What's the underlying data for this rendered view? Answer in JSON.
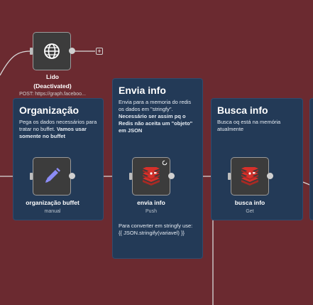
{
  "nodes": {
    "lido": {
      "title_line1": "Lido",
      "title_line2": "(Deactivated)",
      "subtitle": "POST: https://graph.faceboo..."
    },
    "organizacao": {
      "title": "organização buffet",
      "subtitle": "manual"
    },
    "envia": {
      "title": "envia info",
      "subtitle": "Push"
    },
    "busca": {
      "title": "busca info",
      "subtitle": "Get"
    }
  },
  "stickies": {
    "organizacao": {
      "heading": "Organização",
      "body_normal": "Pega os dados necessários para tratar no buffet. ",
      "body_bold": "Vamos usar somente no buffet"
    },
    "envia": {
      "heading": "Envia info",
      "body_normal": "Envia para a memoria do redis os dados em \"stringfy\". ",
      "body_bold": "Necessário ser assim pq o Redis não aceita um \"objeto\" em JSON",
      "footer_line1": "Para converter em stringfy use:",
      "footer_line2": "{{ JSON.stringify(variavel) }}"
    },
    "busca": {
      "heading": "Busca info",
      "body_normal": "Busca oq está na memória atualmente"
    }
  },
  "controls": {
    "add_node_label": "+"
  },
  "colors": {
    "canvas": "#6b2a30",
    "sticky": "#233a57",
    "node": "#3c3c3c",
    "redis": "#d7302a",
    "edit_icon": "#8c8cf5"
  }
}
